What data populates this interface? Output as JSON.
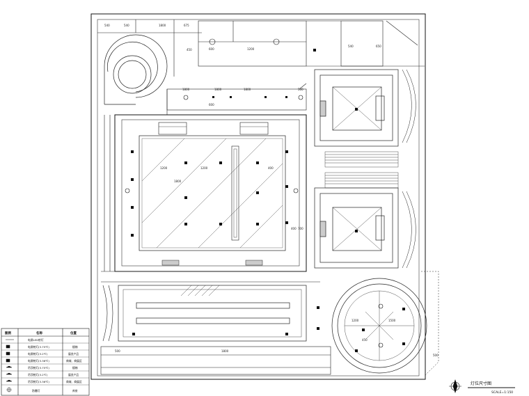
{
  "drawing": {
    "title": "灯位尺寸图",
    "scale": "SCALE=1:150"
  },
  "legend": {
    "headers": [
      "图例",
      "名称",
      "位置"
    ],
    "rows": [
      {
        "name": "电源LED射灯",
        "location": ""
      },
      {
        "name": "电源射灯(3.75℃)",
        "location": "楼梯"
      },
      {
        "name": "电源射灯(3.2℃)",
        "location": "展览产品"
      },
      {
        "name": "电源射灯(3.36℃)",
        "location": "商城、商展区"
      },
      {
        "name": "吊顶射灯(3.75℃)",
        "location": "楼梯"
      },
      {
        "name": "吊顶射灯(3.2℃)",
        "location": "展览产品"
      },
      {
        "name": "吊顶射灯(3.36℃)",
        "location": "商城、商展区"
      },
      {
        "name": "防爆灯",
        "location": "库房"
      }
    ]
  },
  "dimensions": {
    "top_left_a": "540",
    "top_left_b": "540",
    "top_main": "1800",
    "top_right": "675",
    "mid_a": "1800",
    "mid_b": "1800",
    "mid_c": "1800",
    "mid_end": "500",
    "span_a": "600",
    "span_b": "1200",
    "hall_a": "1200",
    "hall_b": "1200",
    "hall_c": "1800",
    "hall_d": "400",
    "side_a": "400",
    "side_b": "700",
    "circle_a": "1200",
    "circle_b": "1500",
    "circle_c": "450",
    "bottom_a": "500",
    "bottom_b": "1800",
    "right_note": "500",
    "corner_a": "540",
    "corner_b": "650",
    "corner_c": "600",
    "door": "450"
  }
}
